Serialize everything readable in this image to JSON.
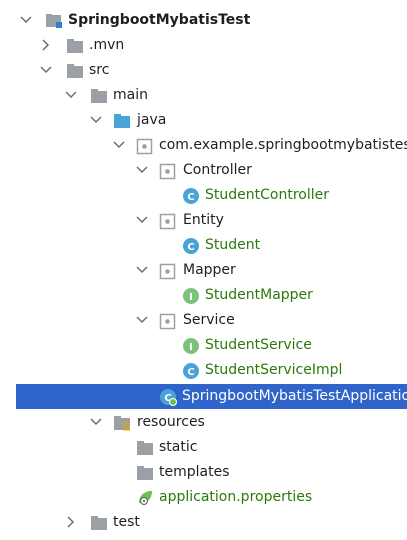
{
  "tree": {
    "root": "SpringbootMybatisTest",
    "mvn": ".mvn",
    "src": "src",
    "main": "main",
    "java": "java",
    "package": "com.example.springbootmybatistest",
    "controller_pkg": "Controller",
    "student_controller": "StudentController",
    "entity_pkg": "Entity",
    "student": "Student",
    "mapper_pkg": "Mapper",
    "student_mapper": "StudentMapper",
    "service_pkg": "Service",
    "student_service": "StudentService",
    "student_service_impl": "StudentServiceImpl",
    "application_class": "SpringbootMybatisTestApplication",
    "resources": "resources",
    "static": "static",
    "templates": "templates",
    "app_properties": "application.properties",
    "test": "test"
  },
  "colors": {
    "selection": "#2f65ca",
    "green_text": "#2b7a0b",
    "class_icon": "#4aa3d6",
    "interface_icon": "#7ec17a",
    "folder": "#9aa0a6",
    "source_folder": "#4aa3d6"
  },
  "icons": {
    "folder": "folder-icon",
    "module": "module-icon",
    "source_root": "source-folder-icon",
    "package": "package-icon",
    "class": "class-icon",
    "interface": "interface-icon",
    "spring_boot": "spring-boot-icon",
    "resources": "resources-folder-icon",
    "properties": "properties-file-icon"
  }
}
